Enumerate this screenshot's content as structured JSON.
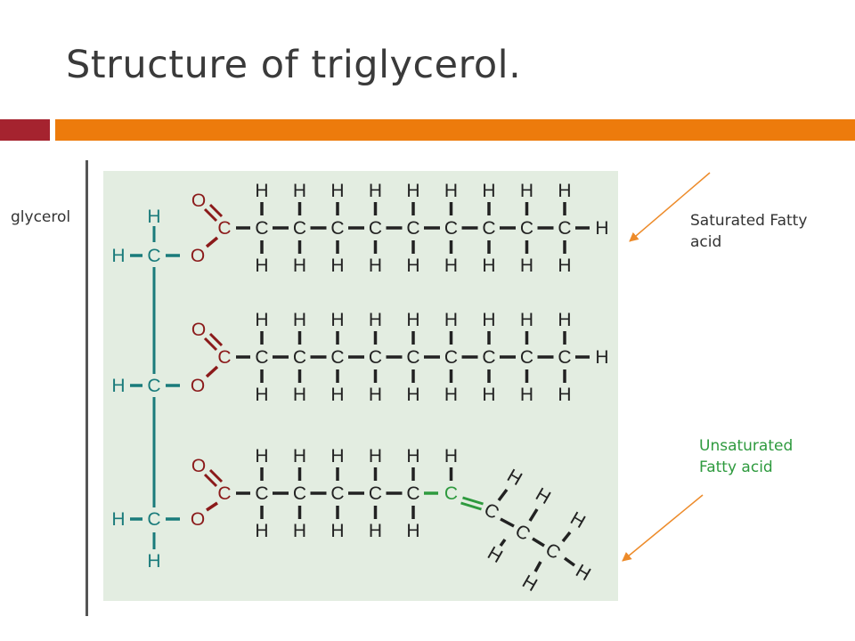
{
  "title": "Structure of triglycerol.",
  "colors": {
    "accent_red": "#a5232f",
    "accent_orange": "#ed7b0c",
    "panel_bg": "#e3ede1",
    "glycerol_teal": "#1a7b7b",
    "ester_red": "#8b1a1a",
    "unsaturated_green": "#2e9a3e",
    "arrow_orange": "#ed8b2a"
  },
  "labels": {
    "glycerol": "glycerol",
    "saturated": "Saturated Fatty acid",
    "unsaturated": "Unsaturated Fatty acid"
  },
  "atoms": {
    "hydrogen": "H",
    "carbon": "C",
    "oxygen": "O"
  }
}
